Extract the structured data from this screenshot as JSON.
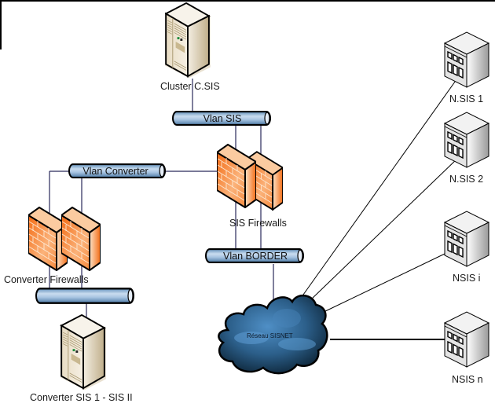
{
  "diagram": {
    "title": "SIS network topology",
    "nodes": {
      "cluster": {
        "label": "Cluster C.SIS",
        "icon": "server-tower-icon"
      },
      "vlan_sis": {
        "label": "Vlan SIS",
        "icon": "network-bus-icon"
      },
      "vlan_converter": {
        "label": "Vlan Converter",
        "icon": "network-bus-icon"
      },
      "sis_firewalls": {
        "label": "SIS Firewalls",
        "icon": "firewall-icon"
      },
      "vlan_border": {
        "label": "Vlan BORDER",
        "icon": "network-bus-icon"
      },
      "converter_firewalls": {
        "label": "Converter Firewalls",
        "icon": "firewall-icon"
      },
      "converter_bus": {
        "label": "",
        "icon": "network-bus-icon"
      },
      "converter_server": {
        "label": "Converter SIS 1 - SIS II",
        "icon": "server-tower-icon"
      },
      "network": {
        "label": "Réseau SISNET",
        "icon": "cloud-icon"
      },
      "nsis1": {
        "label": "N.SIS 1",
        "icon": "building-icon"
      },
      "nsis2": {
        "label": "N.SIS 2",
        "icon": "building-icon"
      },
      "nsisi": {
        "label": "NSIS i",
        "icon": "building-icon"
      },
      "nsisn": {
        "label": "NSIS n",
        "icon": "building-icon"
      }
    },
    "colors": {
      "bus_light": "#c9dcef",
      "bus_dark": "#5f8db8",
      "firewall_light": "#fde3c8",
      "firewall_dark": "#f36a12",
      "server_light": "#f4eee2",
      "server_dark": "#bfae8a",
      "cloud_light": "#4f8fc6",
      "cloud_dark": "#0d2538",
      "link_color": "#2a2a5a"
    }
  }
}
